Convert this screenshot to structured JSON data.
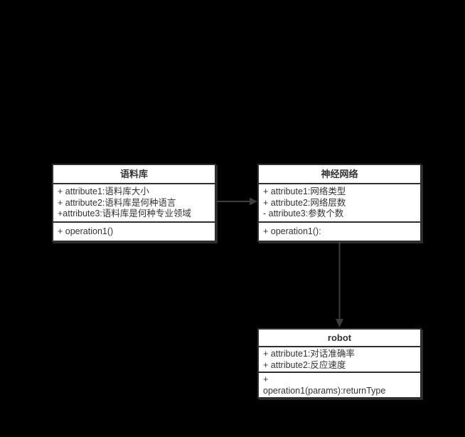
{
  "diagram": {
    "type": "uml-class-diagram",
    "background_color": "#000000",
    "box_fill_color": "#ffffff",
    "stroke_color": "#2f2f2f",
    "text_color": "#333333",
    "arrow_color": "#3d3d3d",
    "classes": [
      {
        "id": "corpus",
        "title": "语料库",
        "attributes": [
          "+ attribute1:语料库大小",
          "+ attribute2:语料库是何种语言",
          "+attribute3:语料库是何种专业领域"
        ],
        "operations": [
          "+ operation1()"
        ]
      },
      {
        "id": "neural-network",
        "title": "神经网络",
        "attributes": [
          "+ attribute1:网络类型",
          "+ attribute2:网络层数",
          "- attribute3:参数个数"
        ],
        "operations": [
          "+ operation1():"
        ]
      },
      {
        "id": "robot",
        "title": "robot",
        "attributes": [
          "+ attribute1:对话准确率",
          "+ attribute2:反应速度"
        ],
        "operations": [
          "+",
          "operation1(params):returnType"
        ]
      }
    ],
    "connectors": [
      {
        "from": "语料库",
        "to": "神经网络",
        "style": "solid-line-filled-arrow",
        "direction": "right"
      },
      {
        "from": "神经网络",
        "to": "robot",
        "style": "solid-line-filled-arrow",
        "direction": "down"
      }
    ]
  }
}
